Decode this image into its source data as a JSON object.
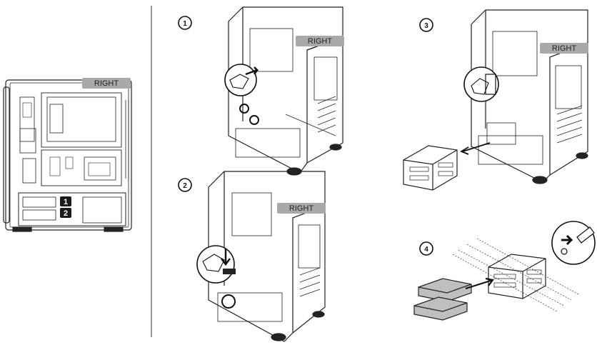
{
  "side_label": "RIGHT",
  "bay_labels": [
    "1",
    "2"
  ],
  "steps": [
    {
      "number": "1",
      "label": "RIGHT"
    },
    {
      "number": "2",
      "label": "RIGHT"
    },
    {
      "number": "3",
      "label": "RIGHT"
    },
    {
      "number": "4"
    }
  ],
  "colors": {
    "label_bg": "#a9a9a9",
    "badge_bg": "#1a1a1a",
    "line": "#222222"
  }
}
